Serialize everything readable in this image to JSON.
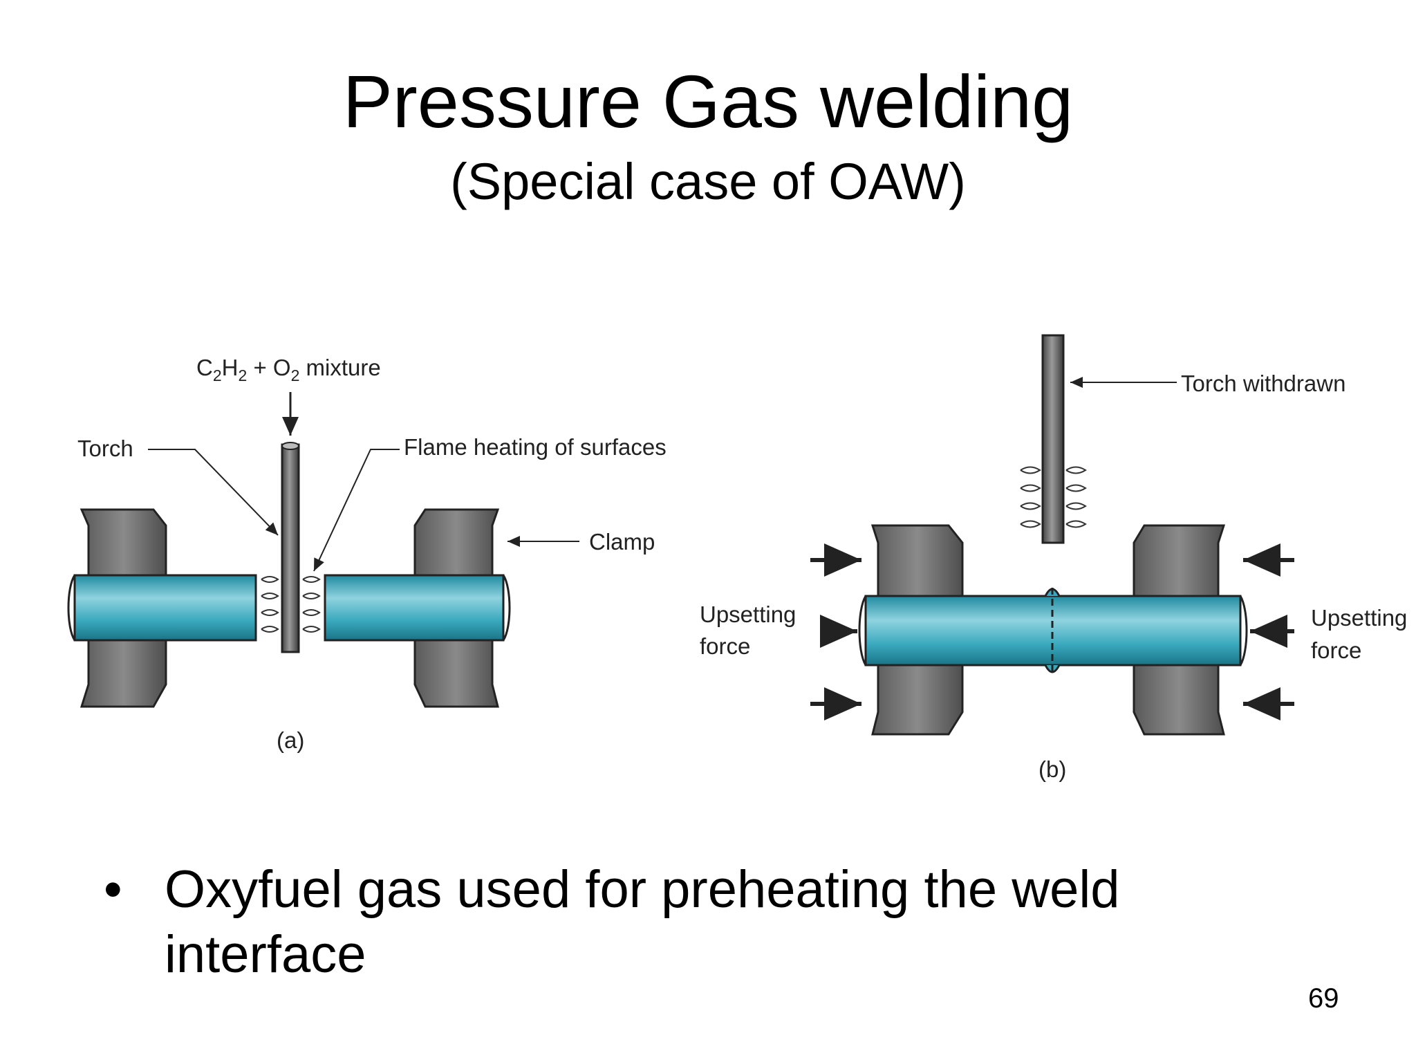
{
  "slide": {
    "title": "Pressure Gas welding",
    "subtitle": "(Special case of OAW)",
    "page_number": "69"
  },
  "figure_a": {
    "mixture_label": "C2H2 + O2 mixture",
    "mixture_parts": [
      "C",
      "2",
      "H",
      "2",
      " + O",
      "2",
      " mixture"
    ],
    "torch_label": "Torch",
    "flame_label": "Flame heating of surfaces",
    "clamp_label": "Clamp",
    "caption": "(a)"
  },
  "figure_b": {
    "torch_withdrawn_label": "Torch withdrawn",
    "upset_left_line1": "Upsetting",
    "upset_left_line2": "force",
    "upset_right_line1": "Upsetting",
    "upset_right_line2": "force",
    "caption": "(b)"
  },
  "bullets": [
    {
      "text": "Oxyfuel gas used for preheating the weld interface"
    }
  ],
  "colors": {
    "rod": "#3aa9be",
    "clamp": "#6e6e6e",
    "ink": "#222222"
  }
}
